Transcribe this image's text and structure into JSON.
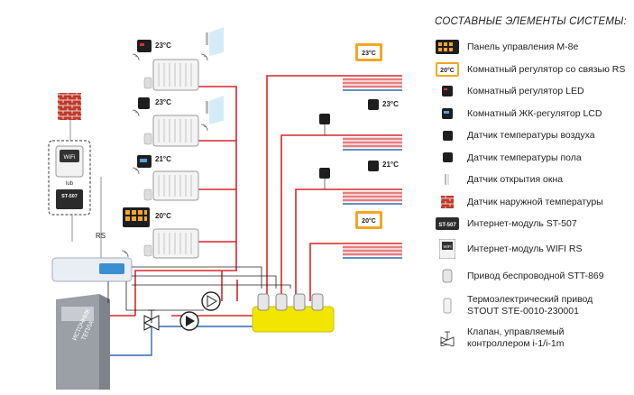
{
  "diagram": {
    "temps": {
      "r1": "23°C",
      "r2": "23°C",
      "r3": "21°C",
      "r4": "20°C",
      "floor_panel_top": "23°C",
      "floor_sensor_top": "23°C",
      "floor_sensor_mid": "21°C",
      "floor_panel_bottom": "20°C"
    },
    "module_wifi_text": "WiFi",
    "module_wifi_sub": "lub",
    "module_st507_text": "ST-507",
    "rs_label": "RS",
    "boiler_label_line1": "ИСТОЧНИК",
    "boiler_label_line2": "ТЕПЛА"
  },
  "legend": {
    "title": "СОСТАВНЫЕ ЭЛЕМЕНТЫ СИСТЕМЫ:",
    "items": [
      {
        "icon": "control-panel-icon",
        "label": "Панель управления M-8e"
      },
      {
        "icon": "room-regulator-rs-icon",
        "label": "Комнатный регулятор со связью RS",
        "icon_text": "20°C"
      },
      {
        "icon": "led-regulator-icon",
        "label": "Комнатный регулятор LED"
      },
      {
        "icon": "lcd-regulator-icon",
        "label": "Комнатный ЖК-регулятор LCD"
      },
      {
        "icon": "air-sensor-icon",
        "label": "Датчик температуры воздуха"
      },
      {
        "icon": "floor-sensor-icon",
        "label": "Датчик температуры пола"
      },
      {
        "icon": "window-sensor-icon",
        "label": "Датчик открытия окна"
      },
      {
        "icon": "outdoor-sensor-icon",
        "label": "Датчик наружной температуры"
      },
      {
        "icon": "st507-module-icon",
        "label": "Интернет-модуль ST-507",
        "icon_text": "ST-507"
      },
      {
        "icon": "wifi-module-icon",
        "label": "Интернет-модуль WIFI RS",
        "icon_text": "WiFi"
      },
      {
        "icon": "wireless-actuator-icon",
        "label": "Привод беспроводной STT-869"
      },
      {
        "icon": "thermo-actuator-icon",
        "label_line1": "Термоэлектрический привод",
        "label_line2": "STOUT STE-0010-230001"
      },
      {
        "icon": "valve-icon",
        "label_line1": "Клапан, управляемый",
        "label_line2": "контроллером i-1/i-1m"
      }
    ]
  }
}
